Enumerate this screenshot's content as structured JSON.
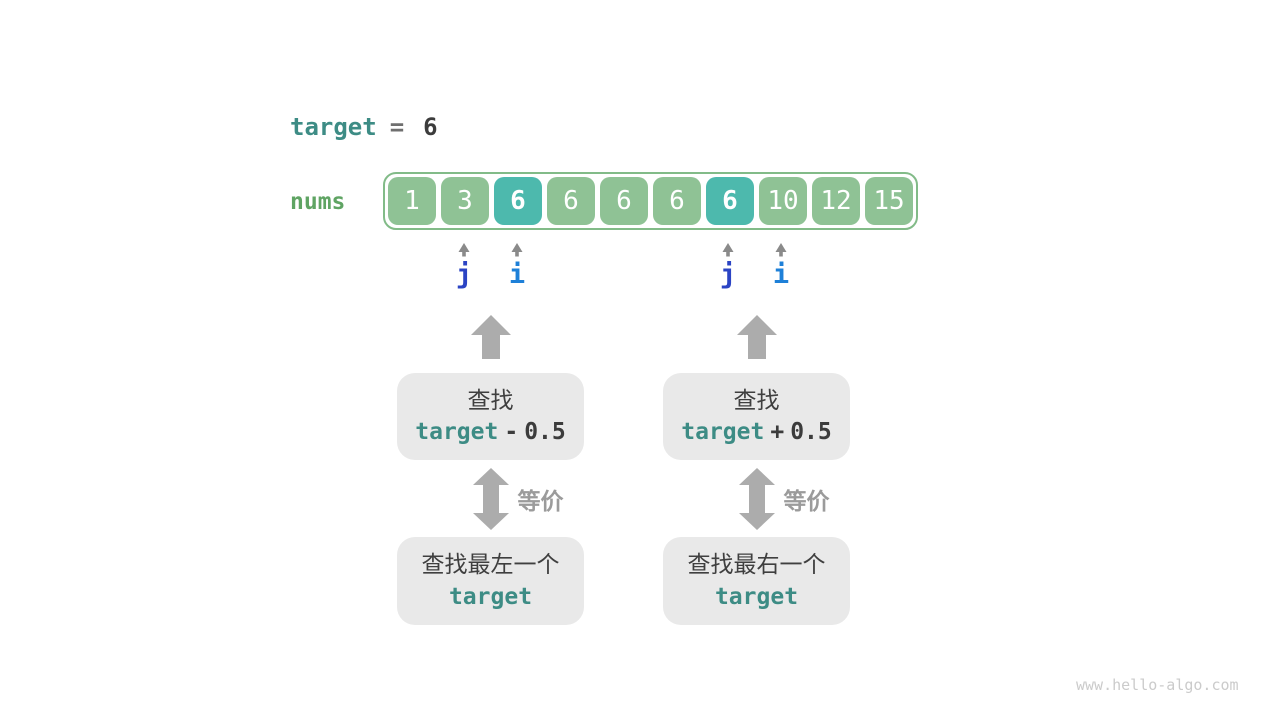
{
  "colors": {
    "teal": "#3D8C85",
    "green_label": "#5FA463",
    "cell_green": "#8FC295",
    "cell_teal": "#4DB9AD",
    "array_border": "#82BB88",
    "dark": "#3C3C3C",
    "equals_gray": "#6F6F6F",
    "pointer_j": "#2B44C4",
    "pointer_i": "#1E80D8",
    "caret_gray": "#8A8A8A",
    "arrow_gray": "#ACACAC",
    "box_bg": "#E9E9E9",
    "cn_text": "#3F3F3F",
    "equiv_gray": "#9B9B9B",
    "watermark_gray": "#CBCBCB"
  },
  "header": {
    "target_label": "target",
    "equals": "=",
    "target_value": "6"
  },
  "array": {
    "label": "nums",
    "cells": [
      {
        "value": "1",
        "highlight": false
      },
      {
        "value": "3",
        "highlight": false
      },
      {
        "value": "6",
        "highlight": true
      },
      {
        "value": "6",
        "highlight": false
      },
      {
        "value": "6",
        "highlight": false
      },
      {
        "value": "6",
        "highlight": false
      },
      {
        "value": "6",
        "highlight": true
      },
      {
        "value": "10",
        "highlight": false
      },
      {
        "value": "12",
        "highlight": false
      },
      {
        "value": "15",
        "highlight": false
      }
    ]
  },
  "pointers": [
    {
      "letter": "j",
      "cell_index": 1
    },
    {
      "letter": "i",
      "cell_index": 2
    },
    {
      "letter": "j",
      "cell_index": 6
    },
    {
      "letter": "i",
      "cell_index": 7
    }
  ],
  "columns": [
    {
      "search_box": {
        "action": "查找",
        "code_keyword": "target",
        "code_op": "-",
        "code_value": "0.5"
      },
      "equiv_label": "等价",
      "result_box": {
        "text": "查找最左一个",
        "code_keyword": "target"
      }
    },
    {
      "search_box": {
        "action": "查找",
        "code_keyword": "target",
        "code_op": "+",
        "code_value": "0.5"
      },
      "equiv_label": "等价",
      "result_box": {
        "text": "查找最右一个",
        "code_keyword": "target"
      }
    }
  ],
  "watermark": "www.hello-algo.com"
}
